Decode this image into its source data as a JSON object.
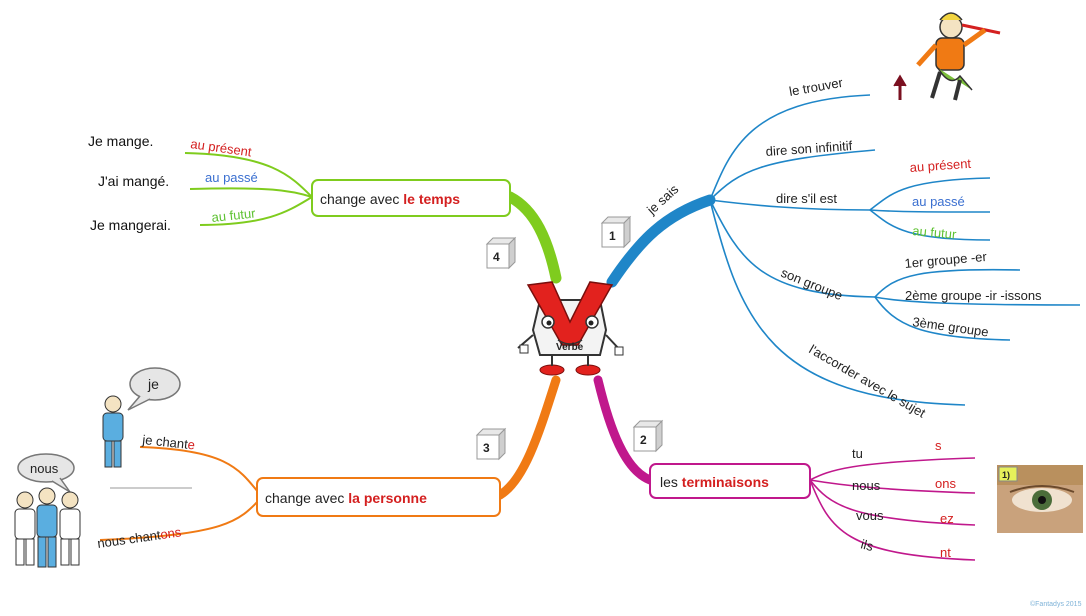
{
  "center": {
    "label": "Verbe"
  },
  "branch4": {
    "number": "4",
    "box_prefix": "change avec ",
    "box_bold": "le temps",
    "examples": [
      {
        "sentence": "Je mange.",
        "tense": "au présent"
      },
      {
        "sentence": "J'ai mangé.",
        "tense": "au passé"
      },
      {
        "sentence": "Je mangerai.",
        "tense": "au futur"
      }
    ]
  },
  "branch1": {
    "number": "1",
    "label": "je sais",
    "items": {
      "trouver": "le trouver",
      "infinitif": "dire son infinitif",
      "dire_sil": "dire s'il est",
      "tenses": [
        "au présent",
        "au passé",
        "au futur"
      ],
      "groupe": "son groupe",
      "groupes": [
        "1er groupe -er",
        "2ème groupe -ir -issons",
        "3ème groupe"
      ],
      "accorder": "l'accorder avec le sujet"
    }
  },
  "branch2": {
    "number": "2",
    "box_prefix": "les ",
    "box_bold": "terminaisons",
    "rows": [
      {
        "pronoun": "tu",
        "ending": "s"
      },
      {
        "pronoun": "nous",
        "ending": "ons"
      },
      {
        "pronoun": "vous",
        "ending": "ez"
      },
      {
        "pronoun": "ils",
        "ending": "nt"
      }
    ],
    "photo_tag": "1)"
  },
  "branch3": {
    "number": "3",
    "box_prefix": "change avec ",
    "box_bold": "la personne",
    "je_bubble": "je",
    "nous_bubble": "nous",
    "je_chante_plain": "je chant",
    "je_chante_end": "e",
    "nous_chantons_plain": "nous chant",
    "nous_chantons_end": "ons"
  },
  "credit": "©Fantadys 2015",
  "colors": {
    "green": "#7fcc1e",
    "blue": "#1f86c8",
    "magenta": "#c0188c",
    "orange": "#f07a14",
    "red": "#d42020"
  }
}
